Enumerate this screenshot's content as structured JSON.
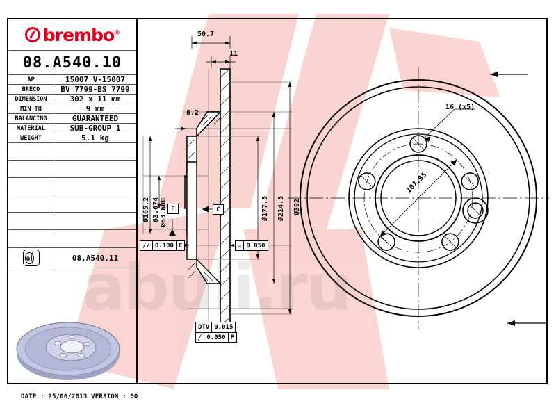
{
  "document": {
    "brand": "brembo",
    "part_number": "08.A540.10",
    "secondary_part_number": "08.A540.11",
    "footer": "DATE : 25/06/2013 VERSION : 00",
    "watermark_text": "abuli.ru"
  },
  "spec_table": {
    "rows": [
      {
        "label": "AP",
        "value": "15007 V-15007"
      },
      {
        "label": "BRECO",
        "value": "BV 7799-BS 7799"
      },
      {
        "label": "DIMENSION",
        "value": "302 x 11 mm"
      },
      {
        "label": "MIN TH",
        "value": "9 mm"
      },
      {
        "label": "BALANCING",
        "value": "GUARANTEED"
      },
      {
        "label": "MATERIAL",
        "value": "SUB-GROUP 1"
      },
      {
        "label": "WEIGHT",
        "value": "5.1 kg"
      }
    ]
  },
  "section_view": {
    "dim_overall_width": "50.7",
    "dim_disc_thickness": "11",
    "dim_hat_offset": "8.2",
    "dim_hub_outer": "Ø165.2",
    "dim_bore_max": "63.674",
    "dim_bore_min": "Ø63.600",
    "dim_inner_friction": "Ø177.5",
    "dim_mid_diameter": "Ø214.5",
    "dim_outer_diameter": "Ø302",
    "datum_f": "F",
    "datum_c": "C",
    "gdt_parallel_symbol": "//",
    "gdt_parallel_value": "0.100",
    "gdt_parallel_datum": "C",
    "gdt_flatness_symbol": "▱",
    "gdt_flatness_value": "0.050",
    "gdt_dtv_label": "DTV",
    "gdt_dtv_value": "0.015",
    "gdt_runout_symbol": "╱",
    "gdt_runout_value": "0.050",
    "gdt_runout_datum": "F"
  },
  "face_view": {
    "hole_callout": "16 (x5)",
    "bolt_circle": "107.95"
  },
  "colors": {
    "brand_red": "#e2001a",
    "line": "#000000",
    "thin_line": "#555555",
    "photo_body": "#b9bcd8"
  }
}
